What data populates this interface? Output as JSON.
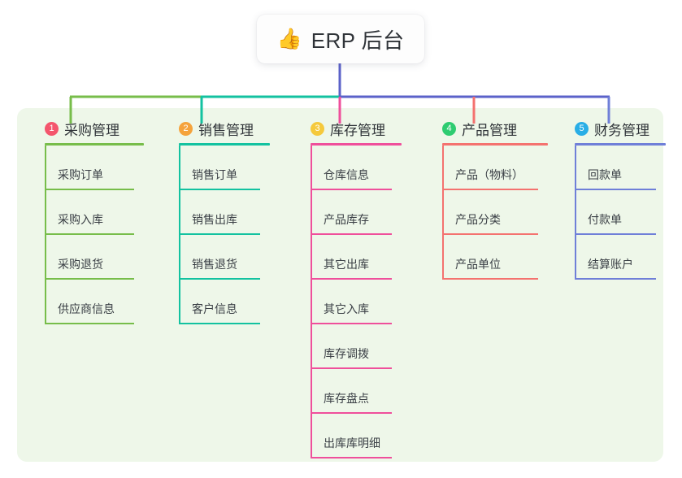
{
  "root": {
    "icon": "thumbs-up-icon",
    "emoji": "👍",
    "title": "ERP 后台"
  },
  "palette": {
    "panel_bg": "#eef7e9",
    "page_bg": "#ffffff",
    "trunk": "#5b62c9",
    "green": "#77bd4a",
    "teal": "#13c2a0",
    "pink": "#ef4f9b",
    "salmon": "#f4726f",
    "blue": "#6f7fd8",
    "badge1": "#f4566d",
    "badge2": "#f5a33c",
    "badge3": "#f5c93c",
    "badge4": "#2ecc71",
    "badge5": "#29aee6"
  },
  "columns": [
    {
      "number": "1",
      "label": "采购管理",
      "badge_color": "#f4566d",
      "line_color": "#77bd4a",
      "items": [
        "采购订单",
        "采购入库",
        "采购退货",
        "供应商信息"
      ]
    },
    {
      "number": "2",
      "label": "销售管理",
      "badge_color": "#f5a33c",
      "line_color": "#13c2a0",
      "items": [
        "销售订单",
        "销售出库",
        "销售退货",
        "客户信息"
      ]
    },
    {
      "number": "3",
      "label": "库存管理",
      "badge_color": "#f5c93c",
      "line_color": "#ef4f9b",
      "items": [
        "仓库信息",
        "产品库存",
        "其它出库",
        "其它入库",
        "库存调拨",
        "库存盘点",
        "出库库明细"
      ]
    },
    {
      "number": "4",
      "label": "产品管理",
      "badge_color": "#2ecc71",
      "line_color": "#f4726f",
      "items": [
        "产品（物料）",
        "产品分类",
        "产品单位"
      ]
    },
    {
      "number": "5",
      "label": "财务管理",
      "badge_color": "#29aee6",
      "line_color": "#6f7fd8",
      "items": [
        "回款单",
        "付款单",
        "结算账户"
      ]
    }
  ]
}
